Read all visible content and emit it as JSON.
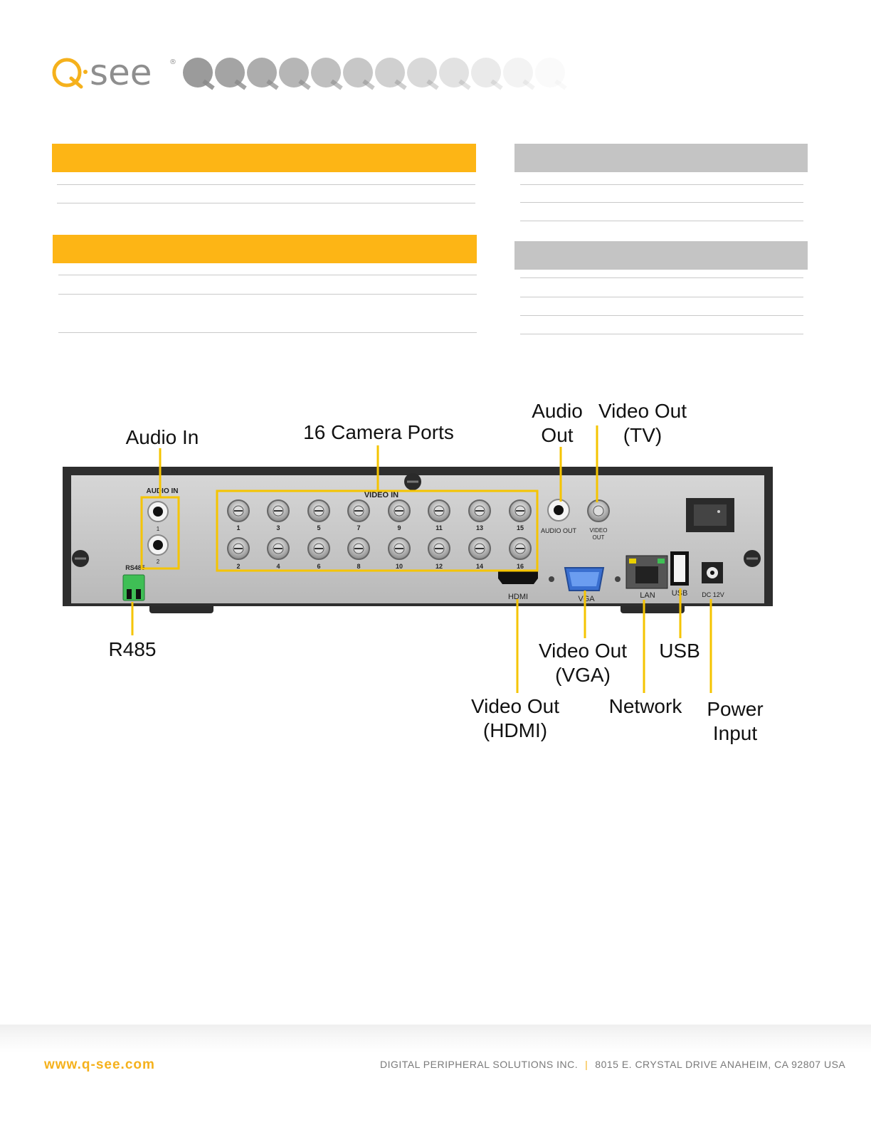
{
  "header": {
    "logo_text": "Q-SEE"
  },
  "diagram": {
    "callouts": {
      "audio_in": "Audio In",
      "camera_ports": "16 Camera Ports",
      "audio_out_line1": "Audio",
      "audio_out_line2": "Out",
      "video_out_tv_line1": "Video Out",
      "video_out_tv_line2": "(TV)",
      "r485": "R485",
      "video_out_vga_line1": "Video Out",
      "video_out_vga_line2": "(VGA)",
      "usb": "USB",
      "video_out_hdmi_line1": "Video Out",
      "video_out_hdmi_line2": "(HDMI)",
      "network": "Network",
      "power_line1": "Power",
      "power_line2": "Input"
    },
    "panel_labels": {
      "audio_in": "AUDIO IN",
      "video_in": "VIDEO IN",
      "audio_out": "AUDIO OUT",
      "video_out_1": "VIDEO",
      "video_out_2": "OUT",
      "rs485": "RS485",
      "hdmi": "HDMI",
      "vga": "VGA",
      "lan": "LAN",
      "usb": "USB",
      "dc": "DC 12V",
      "audio_1": "1",
      "audio_2": "2"
    },
    "port_numbers_top": [
      "1",
      "3",
      "5",
      "7",
      "9",
      "11",
      "13",
      "15"
    ],
    "port_numbers_bottom": [
      "2",
      "4",
      "6",
      "8",
      "10",
      "12",
      "14",
      "16"
    ]
  },
  "footer": {
    "url": "www.q-see.com",
    "company": "DIGITAL PERIPHERAL SOLUTIONS INC.",
    "separator": "|",
    "address": "8015 E. CRYSTAL DRIVE ANAHEIM, CA 92807 USA"
  },
  "colors": {
    "brand_orange": "#fdb515",
    "callout_line": "#f5c400",
    "bar_gray": "#c4c4c4"
  }
}
